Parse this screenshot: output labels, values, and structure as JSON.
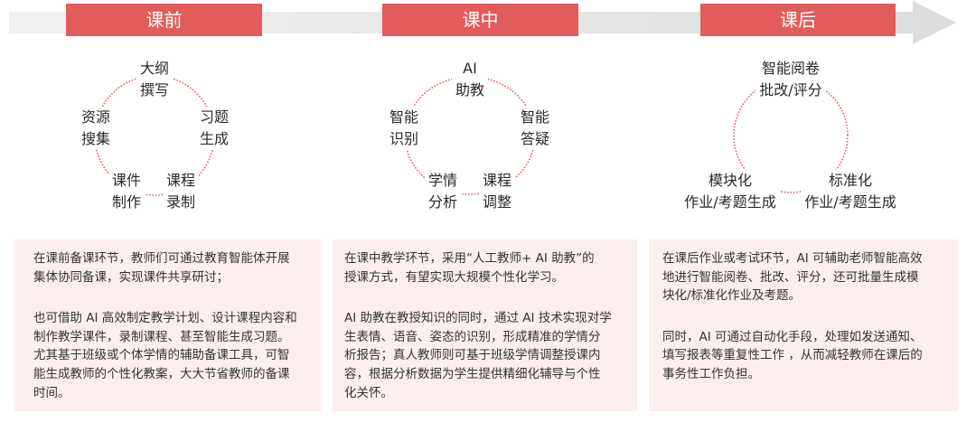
{
  "colors": {
    "accent": "#e25c5c",
    "panel_background": "#fdeeee",
    "arrow_light": "#f1f1f1",
    "arrow_dark": "#dcdcdc",
    "text": "#333333"
  },
  "phases": [
    {
      "title": "课前",
      "nodes": [
        [
          "大纲",
          "撰写"
        ],
        [
          "资源",
          "搜集"
        ],
        [
          "习题",
          "生成"
        ],
        [
          "课件",
          "制作"
        ],
        [
          "课程",
          "录制"
        ]
      ],
      "paragraphs": [
        [
          "在课前备课环节，教师们可通过教育智能体开展",
          "集体协同备课，实现课件共享研讨；"
        ],
        [
          "也可借助 AI 高效制定教学计划、设计课程内容和",
          "制作教学课件，录制课程、甚至智能生成习题。",
          "尤其基于班级或个体学情的辅助备课工具，可智",
          "能生成教师的个性化教案，大大节省教师的备课",
          "时间。"
        ]
      ]
    },
    {
      "title": "课中",
      "nodes": [
        [
          "AI",
          "助教"
        ],
        [
          "智能",
          "识别"
        ],
        [
          "智能",
          "答疑"
        ],
        [
          "学情",
          "分析"
        ],
        [
          "课程",
          "调整"
        ]
      ],
      "paragraphs": [
        [
          "在课中教学环节，采用“人工教师+ AI 助教”的",
          "授课方式，有望实现大规模个性化学习。"
        ],
        [
          "AI 助教在教授知识的同时，通过 AI 技术实现对学",
          "生表情、语音、姿态的识别，形成精准的学情分",
          "析报告；真人教师则可基于班级学情调整授课内",
          "容，根据分析数据为学生提供精细化辅导与个性",
          "化关怀。"
        ]
      ]
    },
    {
      "title": "课后",
      "nodes": [
        [
          "智能阅卷",
          "批改/评分"
        ],
        [
          "模块化",
          "作业/考题生成"
        ],
        [
          "标准化",
          "作业/考题生成"
        ]
      ],
      "paragraphs": [
        [
          "在课后作业或考试环节，AI 可辅助老师智能高效",
          "地进行智能阅卷、批改、评分，还可批量生成模",
          "块化/标准化作业及考题。"
        ],
        [
          "同时，AI 可通过自动化手段，处理如发送通知、",
          "填写报表等重复性工作 ，从而减轻教师在课后的",
          "事务性工作负担。"
        ]
      ]
    }
  ]
}
